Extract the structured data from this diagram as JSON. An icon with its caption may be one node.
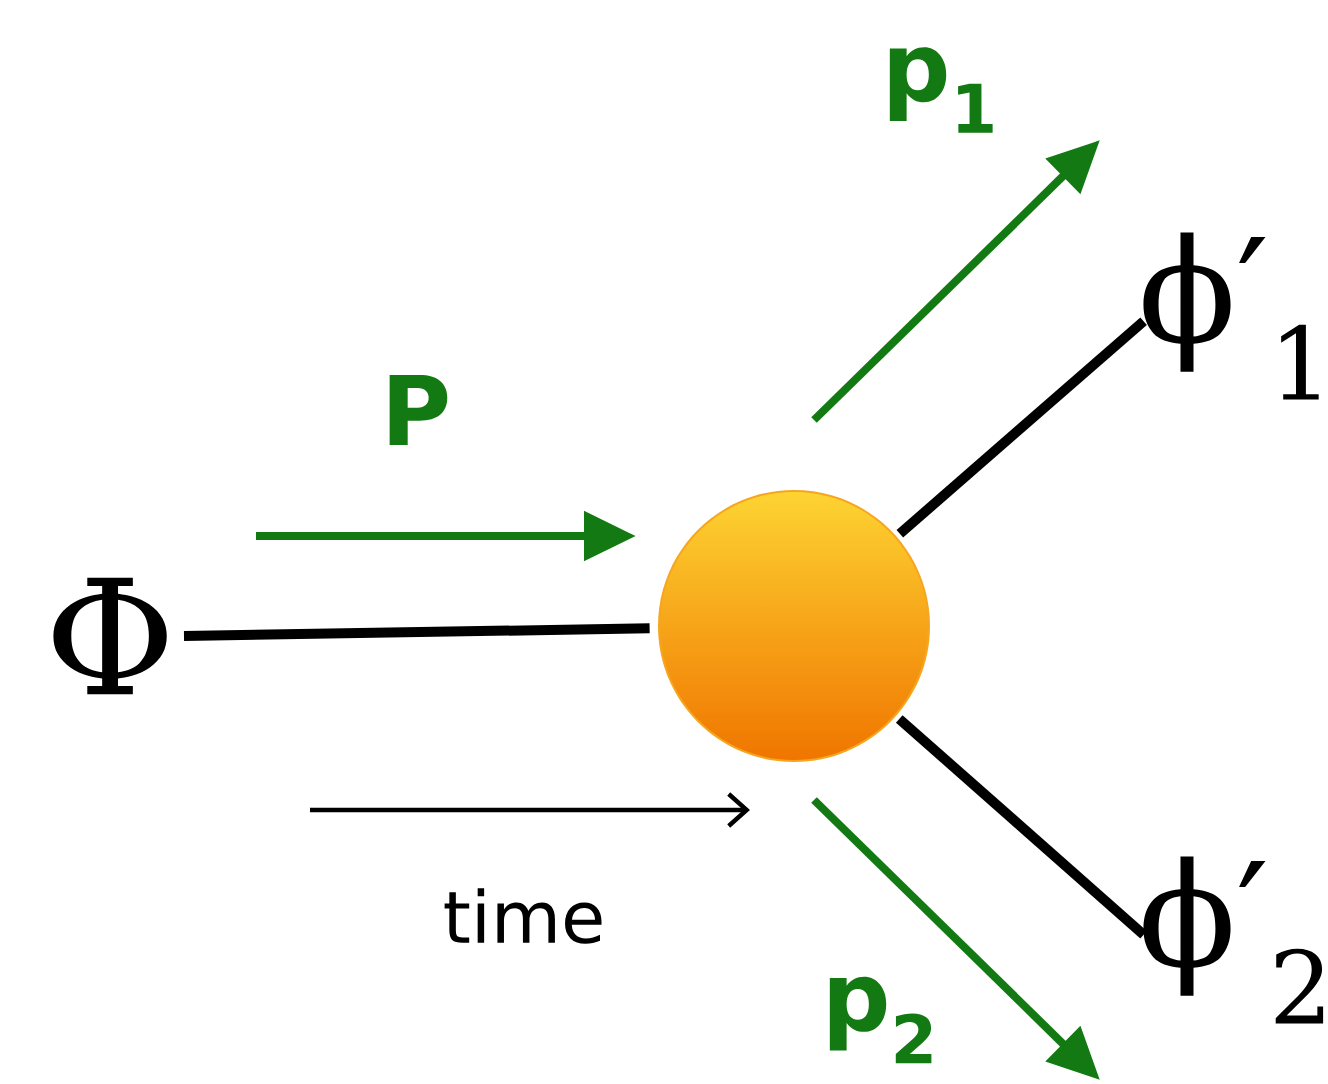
{
  "diagram": {
    "nodes": [
      {
        "text": [
          "Φ"
        ]
      },
      {
        "text": [],
        "shape": "circle"
      },
      {
        "text": [
          "ϕ′$_{1}$"
        ]
      },
      {
        "text": [
          "ϕ′$_{2}$"
        ]
      }
    ],
    "edges": [
      {
        "from": 0,
        "to": 1,
        "arrow": "none"
      },
      {
        "from": 1,
        "to": 2,
        "arrow": "none"
      },
      {
        "from": 1,
        "to": 3,
        "arrow": "none"
      }
    ],
    "labels": [
      "P",
      "p$_{1}$",
      "p$_{2}$",
      "time"
    ]
  }
}
